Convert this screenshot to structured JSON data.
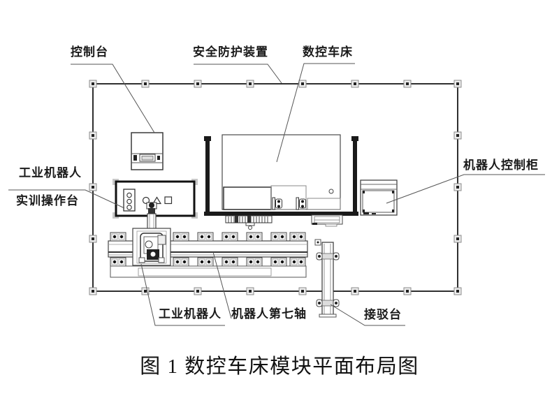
{
  "colors": {
    "line": "#3a3a3a",
    "thick": "#1a1a1a",
    "text": "#1a1a1a",
    "background": "#ffffff"
  },
  "labels": {
    "control_console": "控制台",
    "safety_guard": "安全防护装置",
    "cnc_lathe": "数控车床",
    "robot_control_cabinet": "机器人控制柜",
    "robot_training_console": {
      "line1": "工业机器人",
      "line2": "实训操作台"
    },
    "industrial_robot": "工业机器人",
    "robot_seventh_axis": "机器人第七轴",
    "docking_station": "接驳台"
  },
  "caption": "图 1 数控车床模块平面布局图"
}
